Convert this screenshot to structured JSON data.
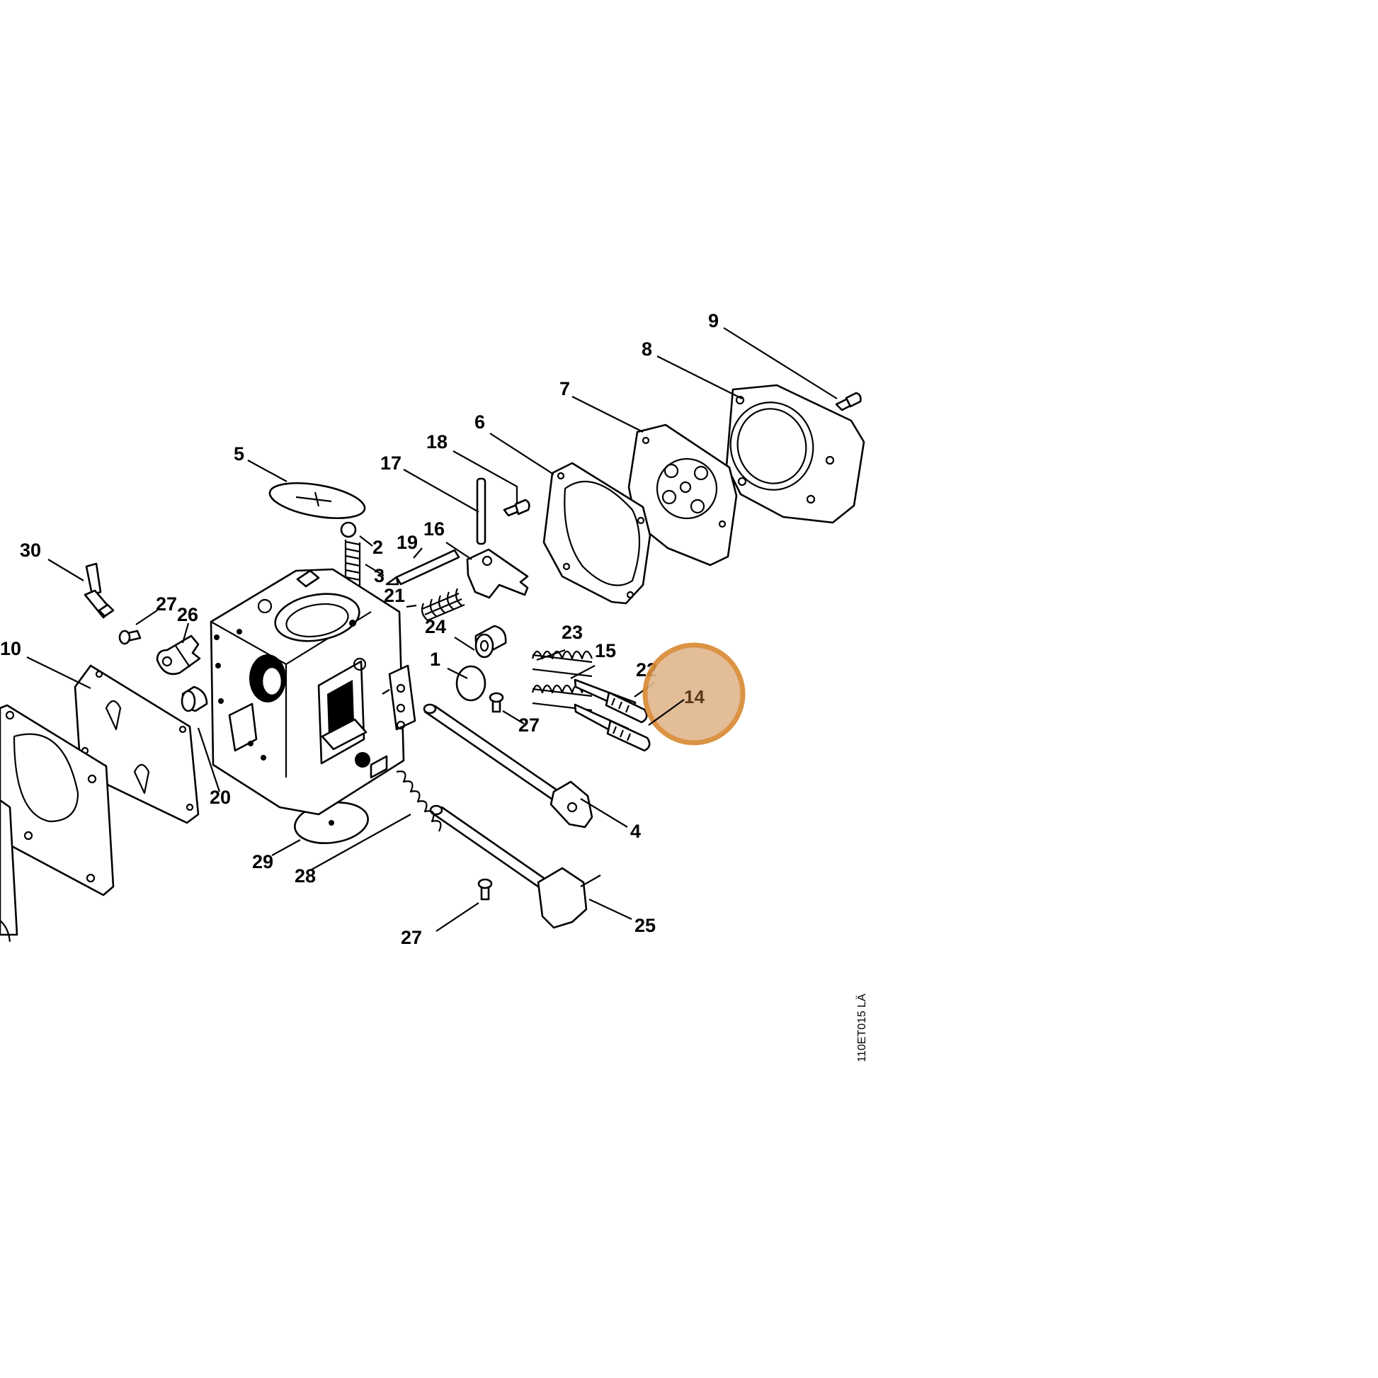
{
  "diagram": {
    "drawing_code": "110ET015 LÄ",
    "highlight": {
      "label": "14",
      "fill": "#e0b890",
      "stroke": "#d88a35"
    },
    "labels": {
      "l1": "1",
      "l2": "2",
      "l3": "3",
      "l4": "4",
      "l5": "5",
      "l6": "6",
      "l7": "7",
      "l8": "8",
      "l9": "9",
      "l10": "10",
      "l15": "15",
      "l16": "16",
      "l17": "17",
      "l18": "18",
      "l19": "19",
      "l20": "20",
      "l21": "21",
      "l22": "22",
      "l23": "23",
      "l24": "24",
      "l25": "25",
      "l26": "26",
      "l27a": "27",
      "l27b": "27",
      "l27c": "27",
      "l28": "28",
      "l29": "29",
      "l30": "30"
    }
  }
}
